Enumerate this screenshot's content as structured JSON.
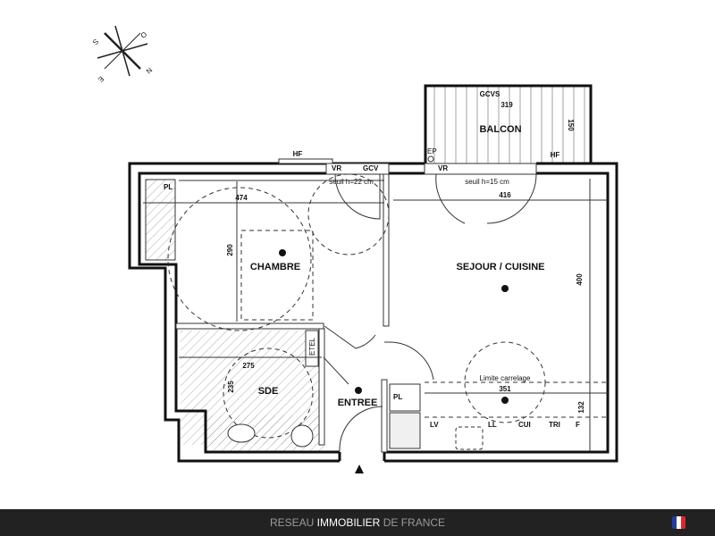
{
  "compass": {
    "letters": {
      "north": "N",
      "south": "S",
      "east": "E",
      "west": "O"
    }
  },
  "rooms": {
    "chambre": "CHAMBRE",
    "sejour": "SEJOUR / CUISINE",
    "sde": "SDE",
    "entree": "ENTREE",
    "balcon": "BALCON"
  },
  "dimensions": {
    "chambre_width": "474",
    "chambre_depth": "290",
    "sejour_width": "416",
    "sejour_depth": "400",
    "balcon_width": "319",
    "balcon_depth": "150",
    "sde_width": "275",
    "sde_depth": "235",
    "kitchen_width": "351",
    "kitchen_depth": "132"
  },
  "annotations": {
    "hf_chambre": "HF",
    "hf_balcon": "HF",
    "hf_right": "HF",
    "vr_chambre": "VR",
    "gcv": "GCV",
    "vr_sejour": "VR",
    "gcvs": "GCVS",
    "ep": "EP",
    "seuil_chambre": "seuil h=22 cm",
    "seuil_sejour": "seuil h=15 cm",
    "pl_chambre": "PL",
    "pl_entree": "PL",
    "etel": "ETEL",
    "limite_carrelage": "Limite carrelage",
    "lv": "LV",
    "ll": "LL",
    "cui": "CUI",
    "tri": "TRI",
    "f": "F"
  },
  "footer": {
    "brand_pre": "RESEAU",
    "brand_bold": "IMMOBILIER",
    "brand_post": "DE FRANCE",
    "flag_colors": [
      "#1f3f9f",
      "#ffffff",
      "#e0262b"
    ]
  }
}
